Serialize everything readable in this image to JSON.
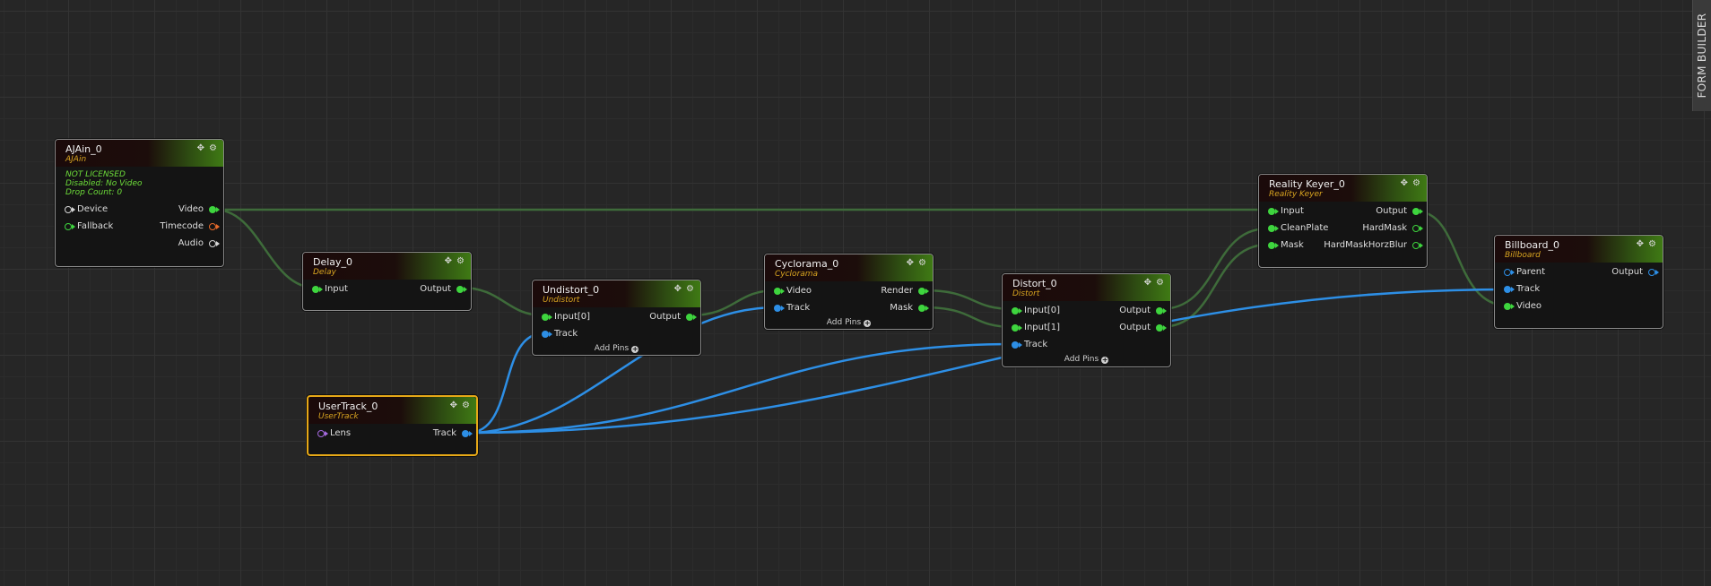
{
  "colors": {
    "exec_green": "#3ed53e",
    "track_blue": "#2d8fe6",
    "timecode_orange": "#e86a2a",
    "lens_purple": "#a66ae0",
    "subtitle_gold": "#d9a520",
    "selected_border": "#e6a817",
    "status_green": "#6ede3a"
  },
  "side_panel": {
    "label": "FORM BUILDER"
  },
  "nodes": {
    "ajain": {
      "title": "AJAin_0",
      "type": "AJAin",
      "status": [
        "NOT LICENSED",
        "Disabled: No Video",
        "Drop Count: 0"
      ],
      "inputs": [
        "Device",
        "Fallback"
      ],
      "outputs": [
        "Video",
        "Timecode",
        "Audio"
      ]
    },
    "delay": {
      "title": "Delay_0",
      "type": "Delay",
      "inputs": [
        "Input"
      ],
      "outputs": [
        "Output"
      ]
    },
    "undistort": {
      "title": "Undistort_0",
      "type": "Undistort",
      "inputs": [
        "Input[0]",
        "Track"
      ],
      "outputs": [
        "Output"
      ],
      "add_pins": "Add Pins"
    },
    "cyclorama": {
      "title": "Cyclorama_0",
      "type": "Cyclorama",
      "inputs": [
        "Video",
        "Track"
      ],
      "outputs": [
        "Render",
        "Mask"
      ],
      "add_pins": "Add Pins"
    },
    "distort": {
      "title": "Distort_0",
      "type": "Distort",
      "inputs": [
        "Input[0]",
        "Input[1]",
        "Track"
      ],
      "outputs": [
        "Output",
        "Output"
      ],
      "add_pins": "Add Pins"
    },
    "keyer": {
      "title": "Reality Keyer_0",
      "type": "Reality Keyer",
      "inputs": [
        "Input",
        "CleanPlate",
        "Mask"
      ],
      "outputs": [
        "Output",
        "HardMask",
        "HardMaskHorzBlur"
      ]
    },
    "billboard": {
      "title": "Billboard_0",
      "type": "Billboard",
      "inputs": [
        "Parent",
        "Track",
        "Video"
      ],
      "outputs": [
        "Output"
      ]
    },
    "usertrack": {
      "title": "UserTrack_0",
      "type": "UserTrack",
      "inputs": [
        "Lens"
      ],
      "outputs": [
        "Track"
      ]
    }
  }
}
